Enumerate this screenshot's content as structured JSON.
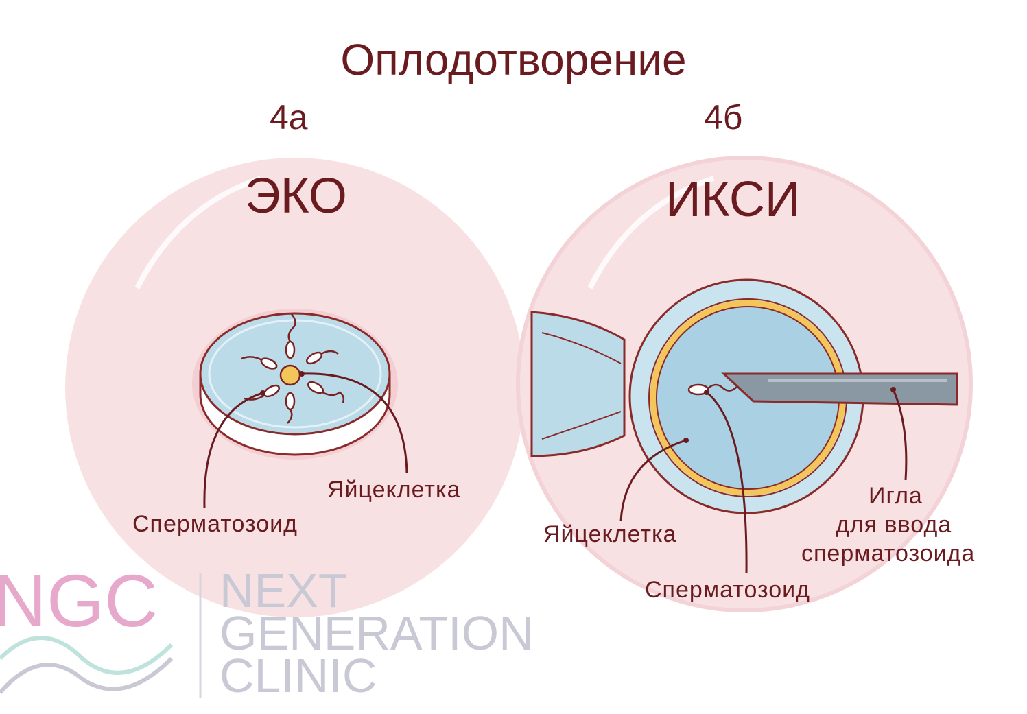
{
  "title": "Оплодотворение",
  "panels": [
    {
      "badge": "4а",
      "method": "ЭКО",
      "labels": {
        "egg": "Яйцеклетка",
        "sperm": "Сперматозоид"
      }
    },
    {
      "badge": "4б",
      "method": "ИКСИ",
      "labels": {
        "egg": "Яйцеклетка",
        "sperm": "Сперматозоид",
        "needle_line1": "Игла",
        "needle_line2": "для ввода",
        "needle_line3": "сперматозоида"
      }
    }
  ],
  "logo": {
    "mark": "NGC",
    "line1": "NEXT",
    "line2": "GENERATION",
    "line3": "CLINIC"
  },
  "colors": {
    "text": "#6a1b1f",
    "bg_circle": "#f7e1e3",
    "blue": "#bcdbe9",
    "yellow": "#f3c55a",
    "needle": "#8a98a3"
  }
}
